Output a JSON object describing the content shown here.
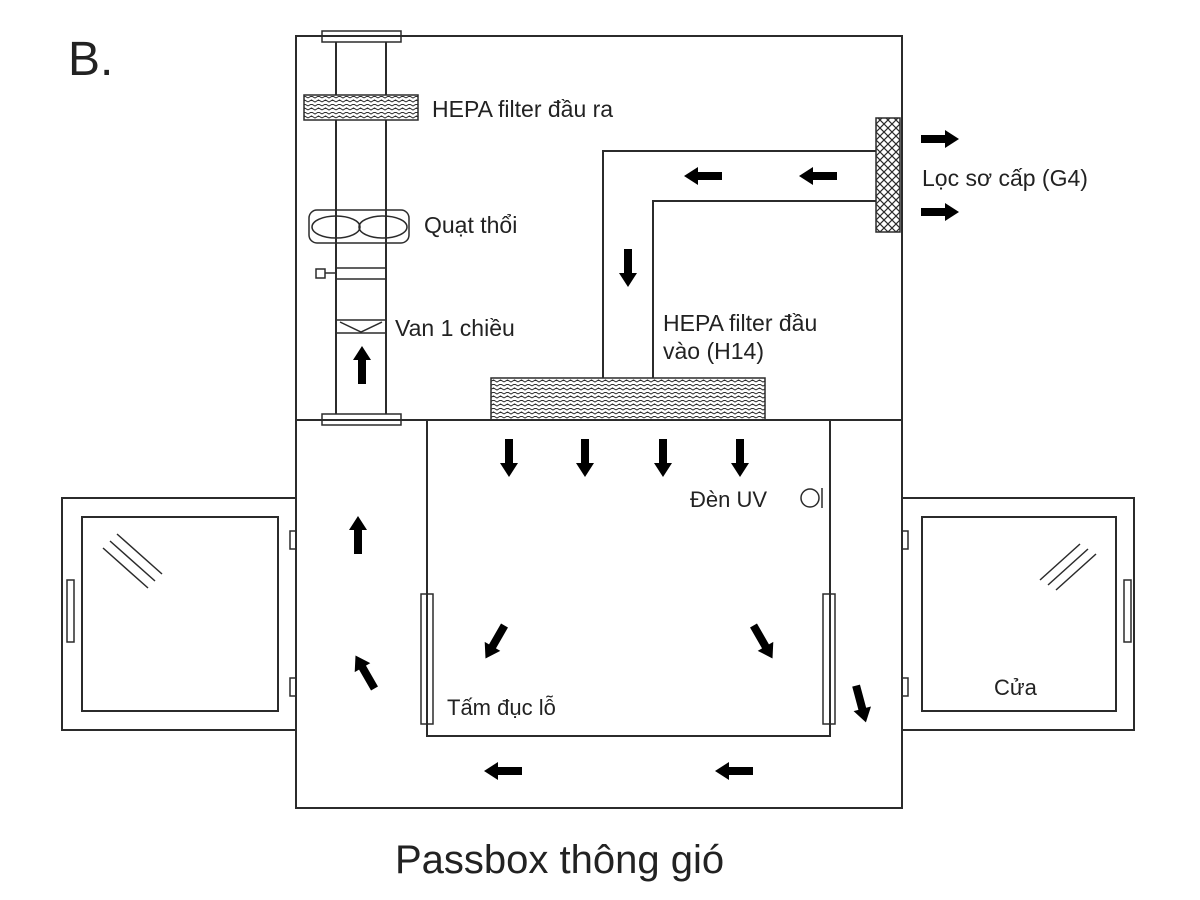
{
  "panel_letter": "B.",
  "title": "Passbox thông gió",
  "labels": {
    "hepa_outlet": "HEPA filter đầu ra",
    "blower_fan": "Quạt thổi",
    "one_way_valve": "Van 1 chiều",
    "pre_filter": "Lọc sơ cấp (G4)",
    "hepa_inlet_line1": "HEPA filter đầu",
    "hepa_inlet_line2": "vào (H14)",
    "uv_lamp": "Đèn UV",
    "perforated_plate": "Tấm đục lỗ",
    "door": "Cửa"
  },
  "colors": {
    "line": "#2b2b2b",
    "text": "#222222",
    "background": "#ffffff"
  }
}
